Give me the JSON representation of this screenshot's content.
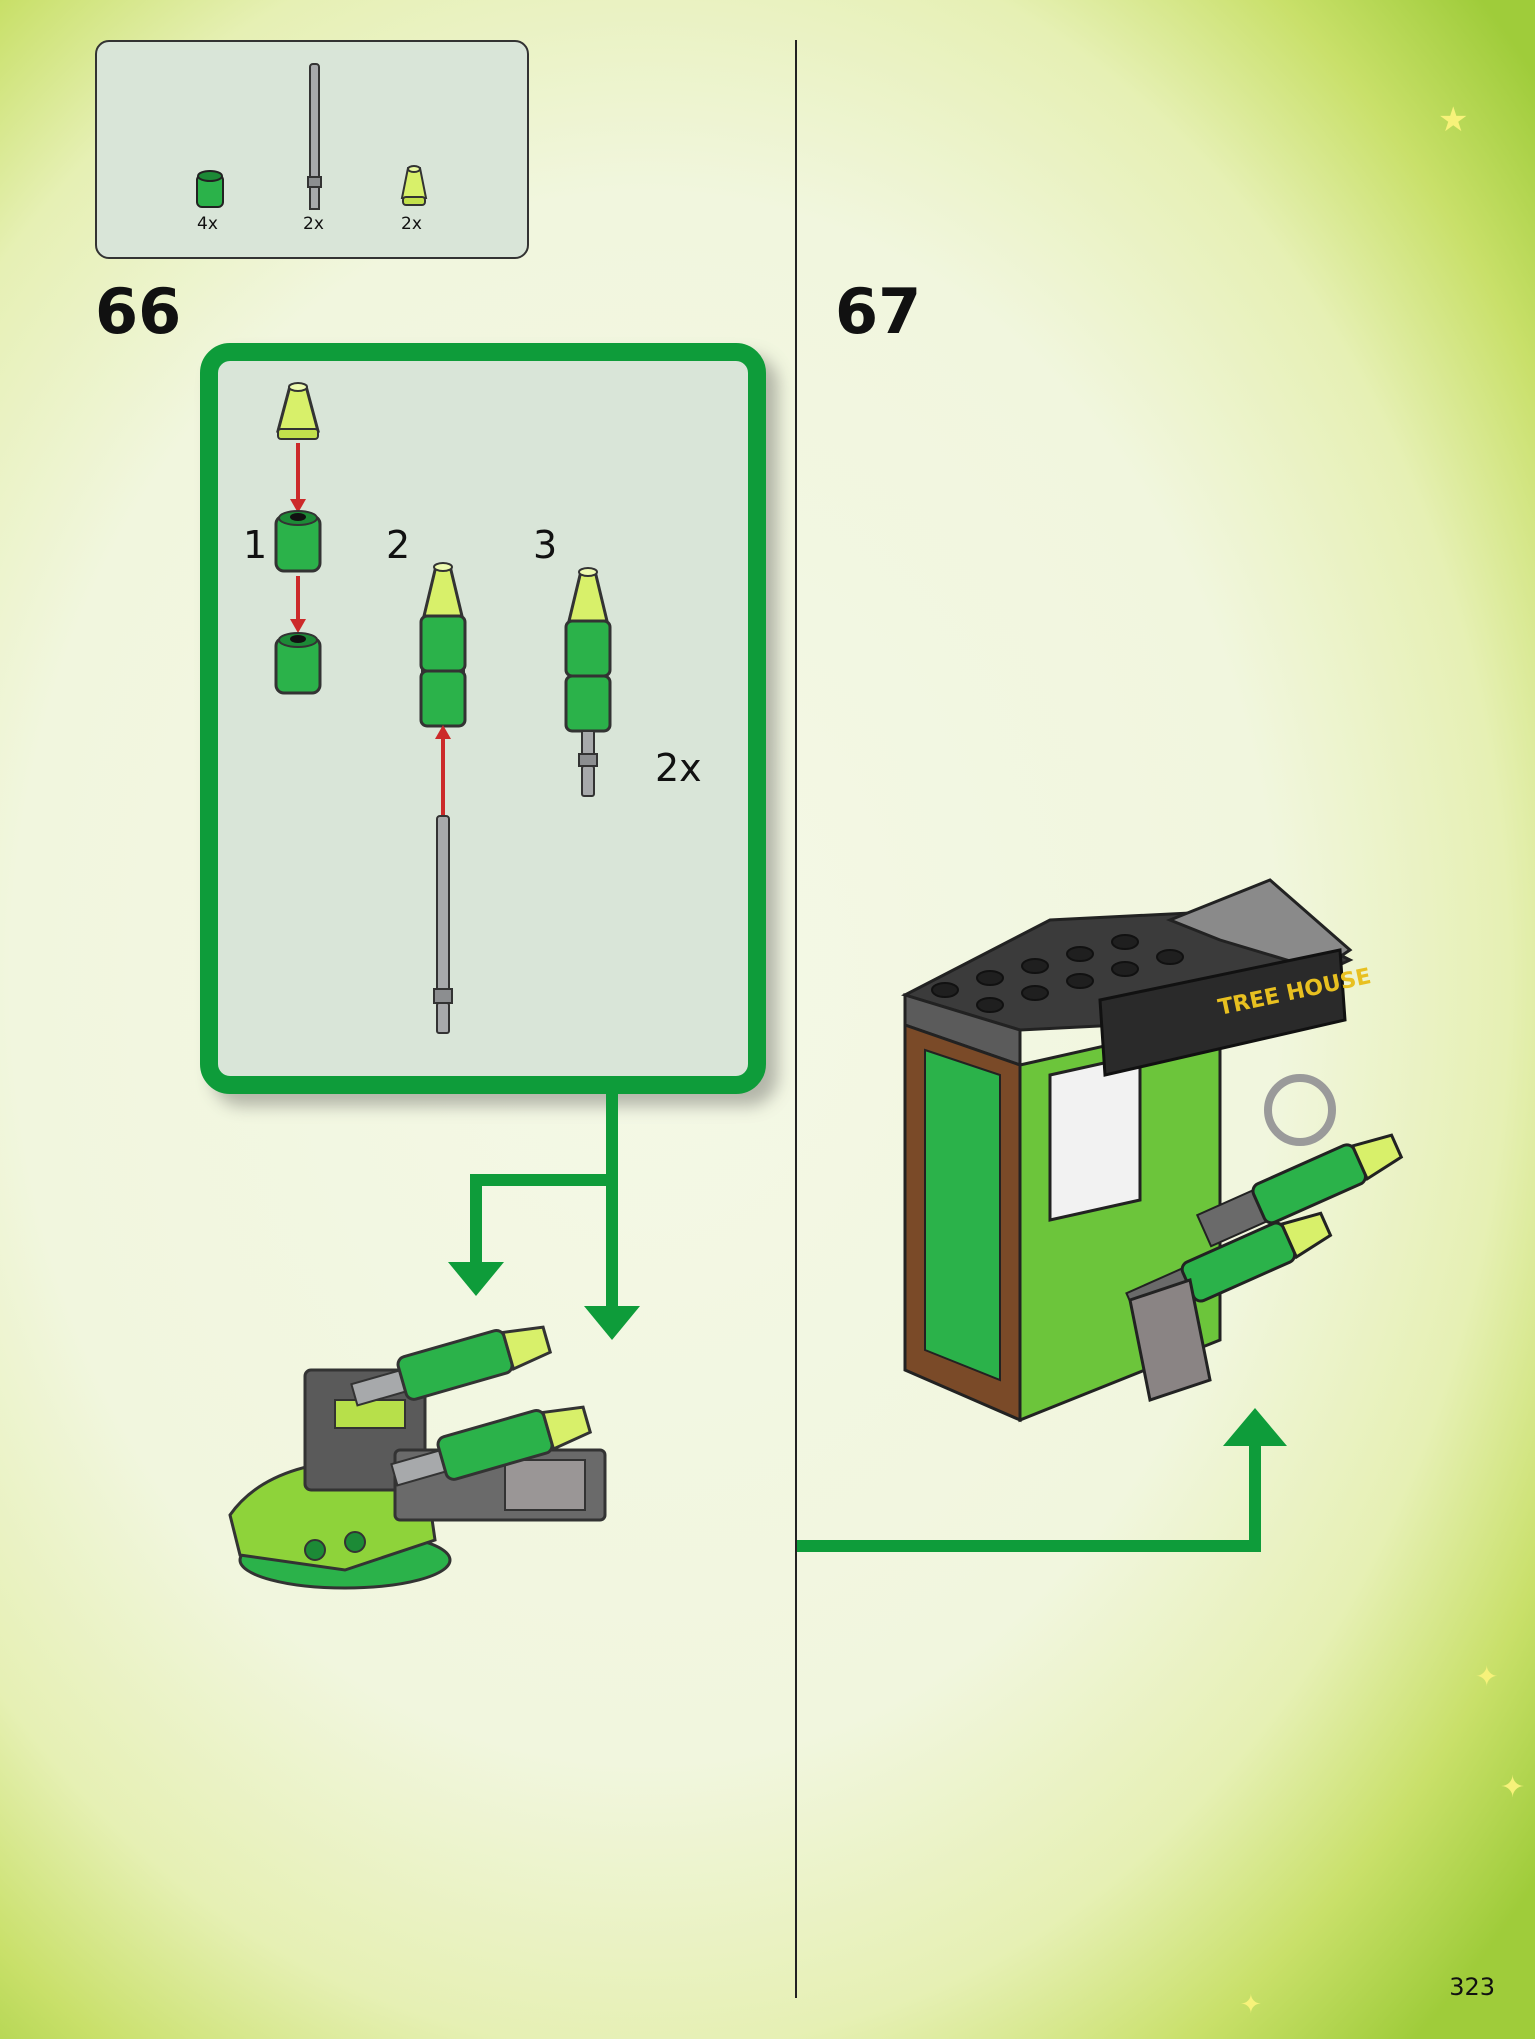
{
  "parts_list": [
    {
      "name": "green-round-brick",
      "qty": "4x"
    },
    {
      "name": "grey-bar",
      "qty": "2x"
    },
    {
      "name": "trans-lime-cone",
      "qty": "2x"
    }
  ],
  "step_66": {
    "number": "66",
    "substeps": [
      "1",
      "2",
      "3"
    ],
    "repeat": "2x"
  },
  "step_67": {
    "number": "67"
  },
  "page_number": "323",
  "colors": {
    "accent_green": "#0e9c3a",
    "box_fill": "#d9e5d8",
    "arrow_red": "#cc2a2a"
  }
}
